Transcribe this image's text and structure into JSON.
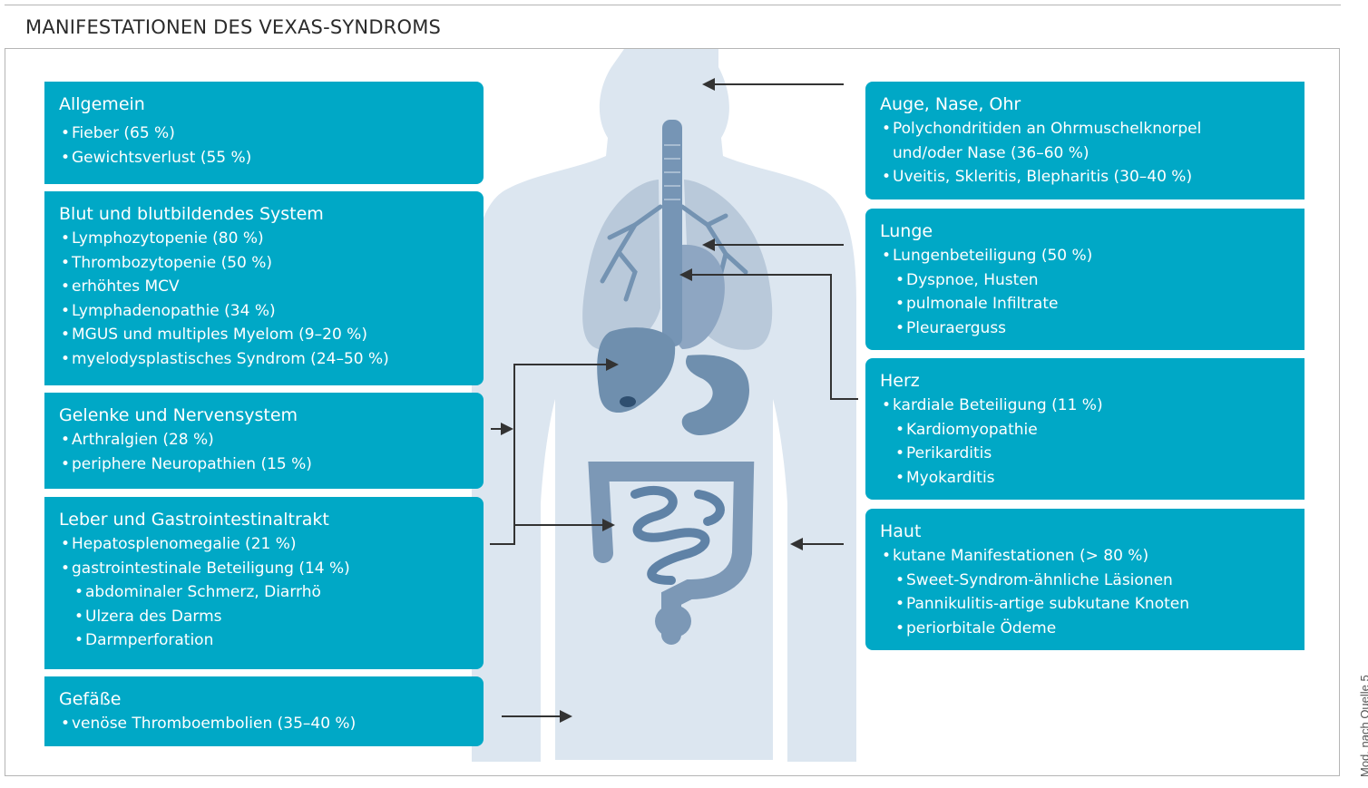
{
  "title": "MANIFESTATIONEN DES VEXAS-SYNDROMS",
  "source_note": "Mod. nach Quelle 5",
  "colors": {
    "box": "#00a8c6",
    "body_silhouette": "#dce6f0",
    "organ_light": "#b8c8d8",
    "organ_dark": "#6f8fae",
    "arrow": "#333333"
  },
  "left_boxes": [
    {
      "title": "Allgemein",
      "items": [
        {
          "text": "Fieber (65 %)",
          "level": 1
        },
        {
          "text": "Gewichtsverlust (55 %)",
          "level": 1
        }
      ]
    },
    {
      "title": "Blut und blutbildendes System",
      "items": [
        {
          "text": "Lymphozytopenie (80 %)",
          "level": 1
        },
        {
          "text": "Thrombozytopenie (50 %)",
          "level": 1
        },
        {
          "text": "erhöhtes MCV",
          "level": 1
        },
        {
          "text": "Lymphadenopathie (34 %)",
          "level": 1
        },
        {
          "text": "MGUS und multiples Myelom (9–20 %)",
          "level": 1
        },
        {
          "text": "myelodysplastisches Syndrom (24–50 %)",
          "level": 1
        }
      ]
    },
    {
      "title": "Gelenke und Nervensystem",
      "items": [
        {
          "text": "Arthralgien (28 %)",
          "level": 1
        },
        {
          "text": "periphere Neuropathien (15 %)",
          "level": 1
        }
      ]
    },
    {
      "title": "Leber und Gastrointestinaltrakt",
      "items": [
        {
          "text": "Hepatosplenomegalie (21 %)",
          "level": 1
        },
        {
          "text": "gastrointestinale Beteiligung (14 %)",
          "level": 1
        },
        {
          "text": "abdominaler Schmerz, Diarrhö",
          "level": 2
        },
        {
          "text": "Ulzera des Darms",
          "level": 2
        },
        {
          "text": "Darmperforation",
          "level": 2
        }
      ]
    },
    {
      "title": "Gefäße",
      "items": [
        {
          "text": "venöse Thromboembolien (35–40 %)",
          "level": 1
        }
      ]
    }
  ],
  "right_boxes": [
    {
      "title": "Auge, Nase, Ohr",
      "items": [
        {
          "text": "Polychondritiden an Ohrmuschelknorpel und/oder Nase (36–60 %)",
          "level": 1
        },
        {
          "text": "Uveitis, Skleritis, Blepharitis (30–40 %)",
          "level": 1
        }
      ]
    },
    {
      "title": "Lunge",
      "items": [
        {
          "text": "Lungenbeteiligung (50 %)",
          "level": 1
        },
        {
          "text": "Dyspnoe, Husten",
          "level": 2
        },
        {
          "text": "pulmonale Infiltrate",
          "level": 2
        },
        {
          "text": "Pleuraerguss",
          "level": 2
        }
      ]
    },
    {
      "title": "Herz",
      "items": [
        {
          "text": "kardiale Beteiligung (11 %)",
          "level": 1
        },
        {
          "text": "Kardiomyopathie",
          "level": 2
        },
        {
          "text": "Perikarditis",
          "level": 2
        },
        {
          "text": "Myokarditis",
          "level": 2
        }
      ]
    },
    {
      "title": "Haut",
      "items": [
        {
          "text": "kutane Manifestationen (> 80 %)",
          "level": 1
        },
        {
          "text": "Sweet-Syndrom-ähnliche Läsionen",
          "level": 2
        },
        {
          "text": "Pannikulitis-artige subkutane Knoten",
          "level": 2
        },
        {
          "text": "periorbitale Ödeme",
          "level": 2
        }
      ]
    }
  ]
}
